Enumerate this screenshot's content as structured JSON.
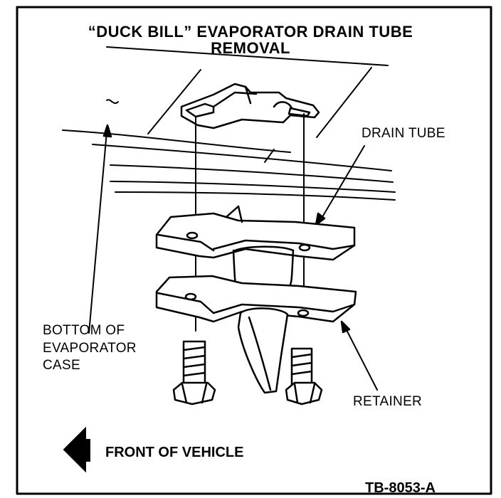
{
  "title": {
    "line1": "“DUCK BILL” EVAPORATOR DRAIN TUBE",
    "line2": "REMOVAL"
  },
  "labels": {
    "drain_tube": "DRAIN TUBE",
    "bottom_case": [
      "BOTTOM OF",
      "EVAPORATOR",
      "CASE"
    ],
    "retainer": "RETAINER",
    "front_of_vehicle": "FRONT OF VEHICLE",
    "figure_code": "TB-8053-A"
  },
  "colors": {
    "ink": "#000000",
    "paper": "#ffffff"
  },
  "icons": {
    "direction": "arrow-left-icon"
  }
}
